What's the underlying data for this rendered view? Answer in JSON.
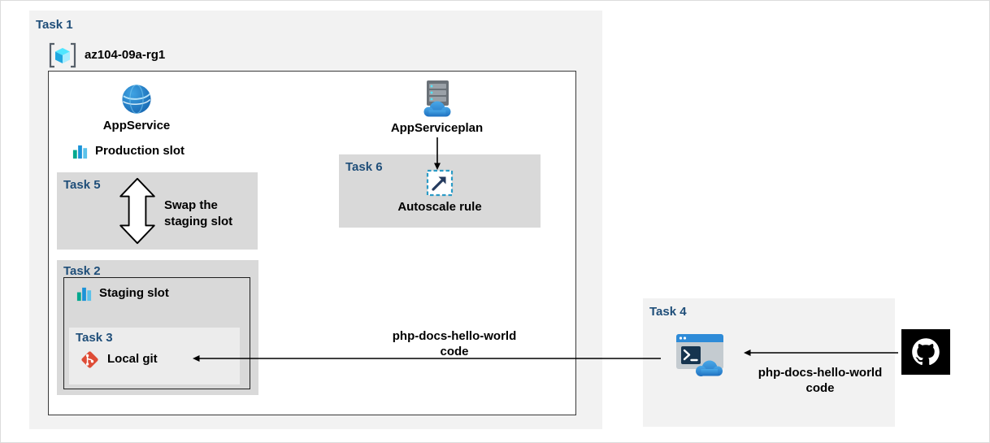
{
  "tasks": {
    "task1": {
      "label": "Task 1"
    },
    "task2": {
      "label": "Task 2"
    },
    "task3": {
      "label": "Task 3"
    },
    "task4": {
      "label": "Task 4"
    },
    "task5": {
      "label": "Task 5"
    },
    "task6": {
      "label": "Task 6"
    }
  },
  "resource_group": {
    "name": "az104-09a-rg1"
  },
  "nodes": {
    "app_service": {
      "label": "AppService"
    },
    "app_service_plan": {
      "label": "AppServiceplan"
    },
    "production_slot": {
      "label": "Production slot"
    },
    "staging_slot": {
      "label": "Staging slot"
    },
    "swap": {
      "label": "Swap the staging slot"
    },
    "autoscale": {
      "label": "Autoscale rule"
    },
    "local_git": {
      "label": "Local git"
    }
  },
  "annotations": {
    "inner_code": "php-docs-hello-world code",
    "outer_code": "php-docs-hello-world code"
  },
  "icons": {
    "resource-group-icon": "azure cube between brackets",
    "app-service-icon": "blue globe sphere",
    "app-service-plan-icon": "server stack with blue cloud",
    "deployment-slot-icon": "teal and blue bar chart",
    "swap-arrow-icon": "vertical double-headed arrow",
    "autoscale-icon": "dashed square with diagonal up-right arrow",
    "git-icon": "red git diamond with white branch",
    "cloud-shell-icon": "terminal window with prompt and blue cloud",
    "github-icon": "github octocat mark on black square"
  },
  "colors": {
    "task_label": "#1F4E79",
    "outer_task_bg": "#F2F2F2",
    "gray_task_bg": "#D9D9D9",
    "task3_bg": "#ECECEC",
    "azure_blue": "#2E8BD8",
    "git_red": "#DE4C36",
    "arrow": "#000000"
  }
}
